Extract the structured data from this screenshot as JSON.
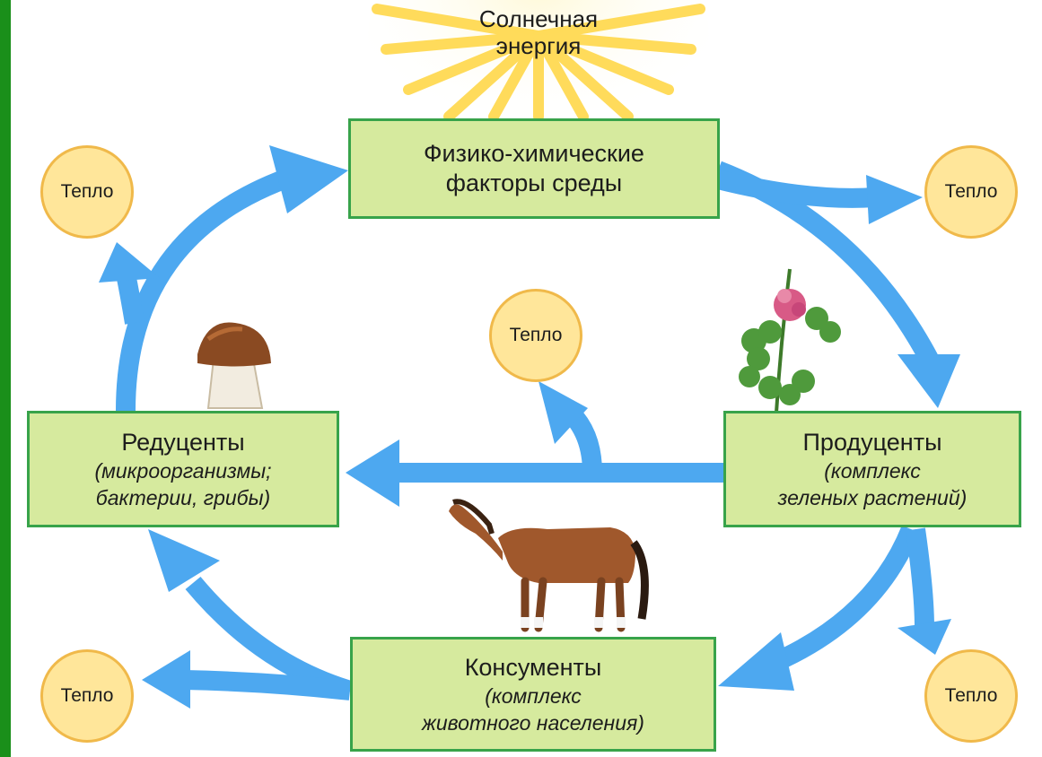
{
  "sun": {
    "line1": "Солнечная",
    "line2": "энергия"
  },
  "boxes": {
    "env": {
      "line1": "Физико-химические",
      "line2": "факторы среды"
    },
    "producers": {
      "title": "Продуценты",
      "sub1": "(комплекс",
      "sub2": "зеленых растений)"
    },
    "reducers": {
      "title": "Редуценты",
      "sub1": "(микроорганизмы;",
      "sub2": "бактерии, грибы)"
    },
    "consumers": {
      "title": "Консументы",
      "sub1": "(комплекс",
      "sub2": "животного населения)"
    }
  },
  "heat": {
    "label": "Тепло"
  },
  "colors": {
    "arrow": "#4da8f0",
    "box_fill": "#d6ea9e",
    "box_border": "#38a34a",
    "heat_fill": "#ffe69a",
    "sun_rays": "#ffd84a",
    "edge": "#1a8f1a"
  },
  "icons": [
    "sun-icon",
    "mushroom-icon",
    "clover-icon",
    "horse-icon"
  ]
}
